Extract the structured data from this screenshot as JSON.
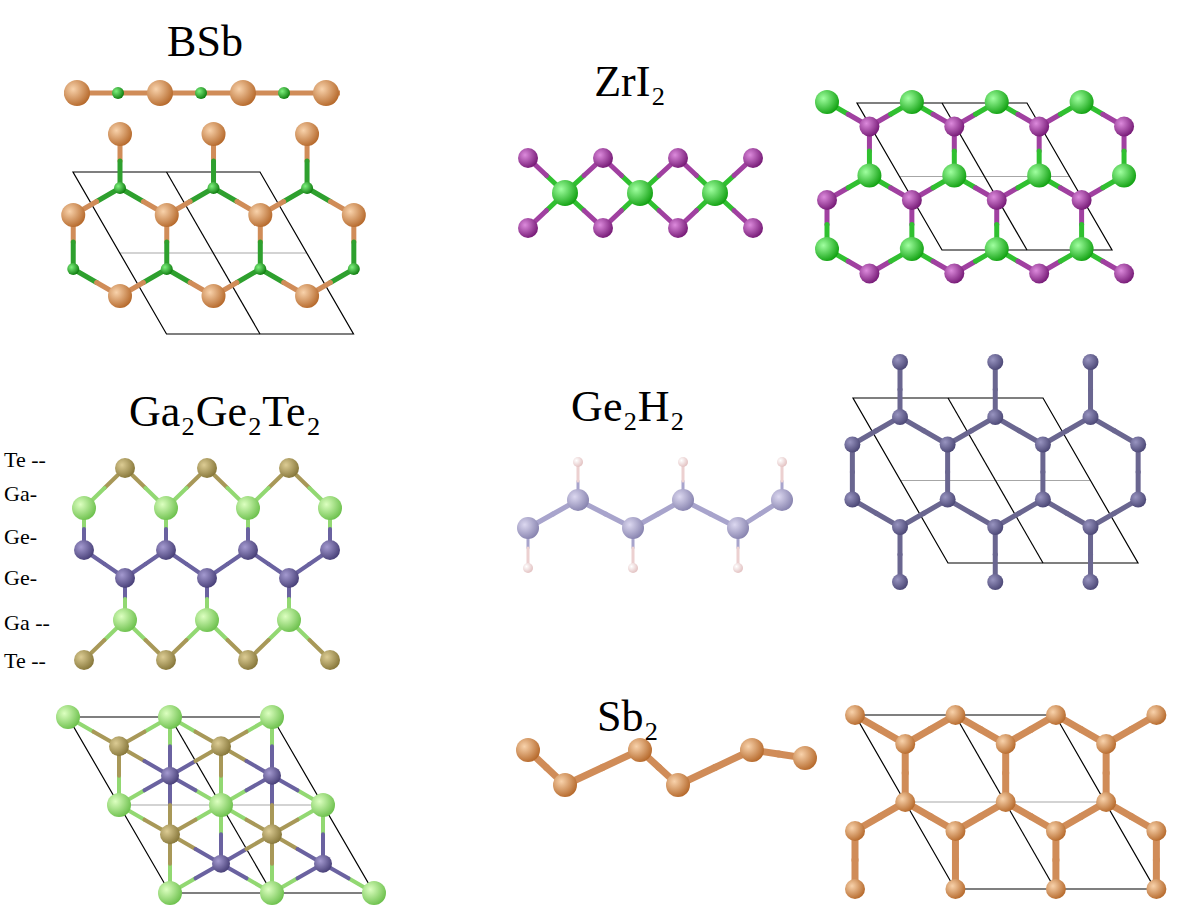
{
  "diagram": {
    "labels": [
      "BSb",
      "ZrI₂",
      "Ga₂Ge₂Te₂",
      "Te --",
      "Ga-",
      "Ge-",
      "Ge-",
      "Ga --",
      "Te --",
      "Ge₂H₂",
      "Sb₂"
    ]
  }
}
